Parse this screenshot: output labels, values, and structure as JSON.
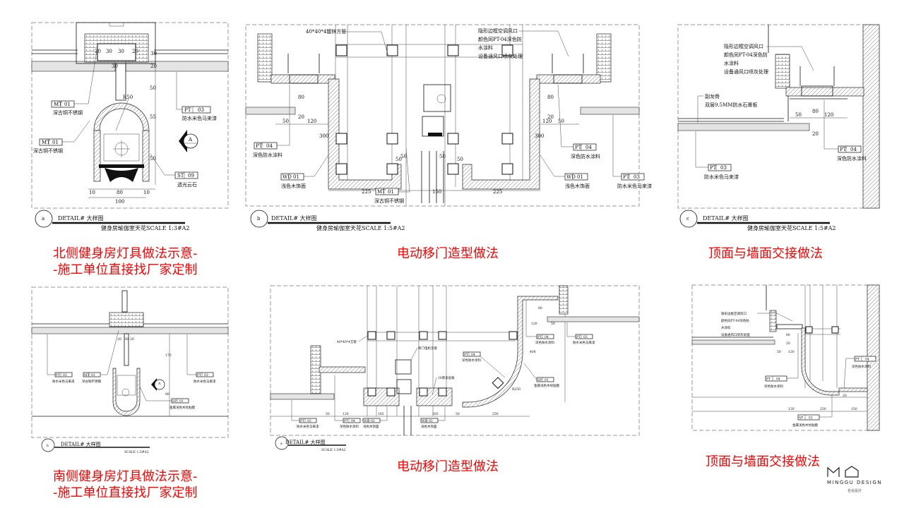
{
  "panels": {
    "a": {
      "mark": "a",
      "title": "DETAIL# 大样图",
      "scale": "健身房瑜伽室天花SCALE 1:3#A2",
      "callouts": [
        {
          "code": "MT",
          "num": "01",
          "desc": "深古铜不锈钢"
        },
        {
          "code": "MT",
          "num": "01",
          "desc": "深古铜不锈钢"
        },
        {
          "code": "PT",
          "num": "03",
          "desc": "防水米色马来漆"
        },
        {
          "code": "ST",
          "num": "09",
          "desc": "透光云石"
        }
      ],
      "section_mark": "A",
      "dims": [
        "20",
        "30",
        "30",
        "20",
        "30",
        "30",
        "20",
        "50",
        "55",
        "50",
        "R50",
        "10",
        "80",
        "10",
        "100"
      ]
    },
    "b": {
      "mark": "b",
      "title": "DETAIL# 大样图",
      "scale": "健身房瑜伽室天花SCALE 1:5#A2",
      "note_pipe": "40*40*4镀锌方管",
      "note_vent": [
        "隐形边框空调风口",
        "颜色同PT-04深色防",
        "水涂料",
        "设备通风口喷灰处理"
      ],
      "callouts": [
        {
          "code": "PT",
          "num": "04",
          "desc": "深色防水涂料"
        },
        {
          "code": "WD",
          "num": "01",
          "desc": "浅色木饰面"
        },
        {
          "code": "MT",
          "num": "01",
          "desc": "深古铜不锈钢"
        },
        {
          "code": "PT",
          "num": "04",
          "desc": "深色防水涂料"
        },
        {
          "code": "WD",
          "num": "01",
          "desc": "浅色木饰面"
        },
        {
          "code": "PT",
          "num": "03",
          "desc": "防水米色马来漆"
        }
      ],
      "dims": [
        "80",
        "20",
        "50",
        "120",
        "300",
        "50",
        "50",
        "50",
        "50",
        "225",
        "150",
        "225",
        "80",
        "20",
        "120",
        "50",
        "300"
      ]
    },
    "c": {
      "mark": "c",
      "title": "DETAIL# 大样图",
      "scale": "健身房瑜伽室天花SCALE 1:5#A2",
      "note_vent": [
        "隐形边框空调风口",
        "颜色同PT-04深色防",
        "水涂料",
        "设备通风口喷灰处理"
      ],
      "note_board": [
        "副龙骨",
        "双层9.5MM防水石膏板"
      ],
      "callouts": [
        {
          "code": "PT",
          "num": "03",
          "desc": "防水米色马来漆"
        },
        {
          "code": "PT",
          "num": "04",
          "desc": "深色防水涂料"
        }
      ],
      "dims": [
        "50",
        "80",
        "120",
        "20"
      ]
    },
    "d": {
      "mark": "b",
      "title": "DETAIL# 大样图",
      "scale": "SCALE 1:5#A2",
      "callouts": [
        {
          "code": "PT",
          "num": "03",
          "desc": "防水米色马来漆"
        },
        {
          "code": "MT",
          "num": "01",
          "desc": "深古铜不锈钢"
        },
        {
          "code": "PT",
          "num": "03",
          "desc": "防水米色马来漆"
        },
        {
          "code": "SP",
          "num": "01",
          "desc": "金属浅色木纹贴膜"
        }
      ],
      "section_mark": "A",
      "dims": [
        "20",
        "30",
        "20",
        "170",
        "80"
      ]
    },
    "e": {
      "mark": "a",
      "title": "DETAIL# 大样图",
      "scale": "SCALE 1:5#A2",
      "note_pipe": "40*40*4方管",
      "note_motor": "移门电机示意",
      "note_board": "18厚多层板",
      "callouts": [
        {
          "code": "PT",
          "num": "04",
          "desc": "深色防水涂料"
        },
        {
          "code": "SP",
          "num": "01",
          "desc": "金属浅色木纹贴膜"
        },
        {
          "code": "PT",
          "num": "04",
          "desc": "深色防水涂料"
        },
        {
          "code": "PT",
          "num": "03",
          "desc": "防水米色马来漆"
        },
        {
          "code": "PT",
          "num": "03",
          "desc": "防水米色马来漆"
        },
        {
          "code": "PT",
          "num": "04",
          "desc": "深色防水涂料"
        },
        {
          "code": "WD",
          "num": "02",
          "desc": "浅色木饰面"
        },
        {
          "code": "WD",
          "num": "02",
          "desc": "浅色木饰面"
        }
      ],
      "dims": [
        "50",
        "120",
        "165",
        "165",
        "50",
        "250",
        "80",
        "120",
        "50",
        "400",
        "R250"
      ]
    },
    "f": {
      "note_vent": [
        "隐形边框空调风口",
        "颜色同PT-04深色防",
        "水涂料",
        "设备通风口喷灰处理"
      ],
      "callouts": [
        {
          "code": "PT",
          "num": "04",
          "desc": "深色防水涂料"
        },
        {
          "code": "PT",
          "num": "04",
          "desc": "深色防水涂料"
        },
        {
          "code": "SP",
          "num": "01",
          "desc": "金属浅色木纹贴膜"
        }
      ],
      "dims": [
        "80",
        "20",
        "50",
        "120",
        "120",
        "250",
        "150",
        "20"
      ]
    }
  },
  "captions": {
    "north": [
      "北侧健身房灯具做法示意-",
      "-施工单位直接找厂家定制"
    ],
    "door_top": "电动移门造型做法",
    "junction_top": "顶面与墙面交接做法",
    "south": [
      "南侧健身房灯具做法示意-",
      "-施工单位直接找厂家定制"
    ],
    "door_bottom": "电动移门造型做法",
    "junction_bottom": "顶面与墙面交接做法"
  },
  "logo": {
    "en": "MINGGU DESIGN",
    "cn": "名谷設計"
  },
  "colors": {
    "caption": "#ff0000",
    "line": "#111111"
  }
}
